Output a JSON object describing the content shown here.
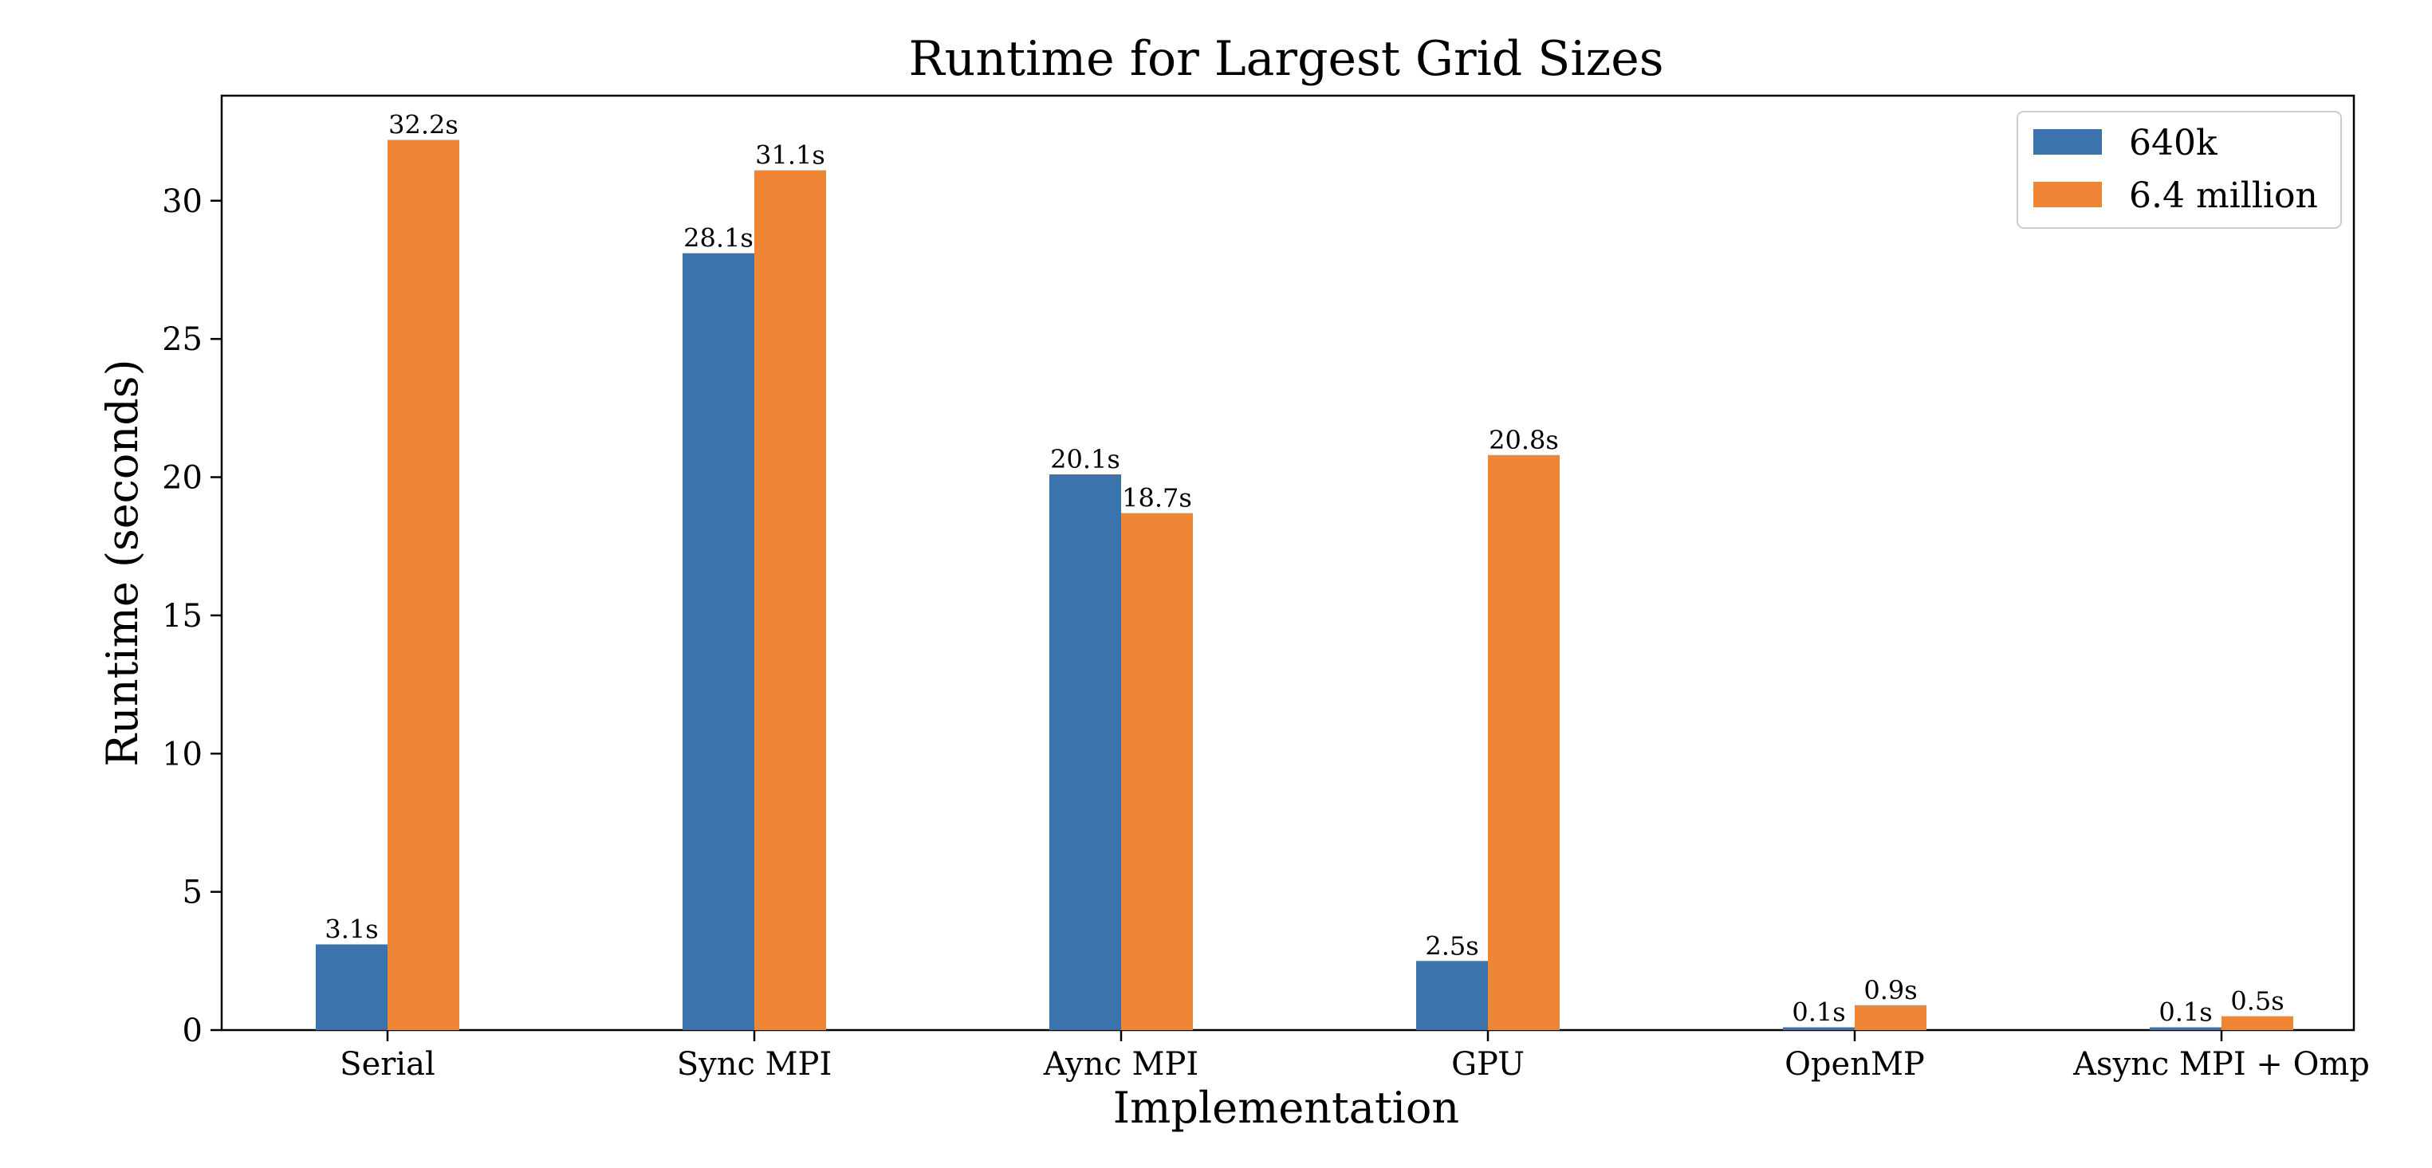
{
  "chart_data": {
    "type": "bar",
    "title": "Runtime for Largest Grid Sizes",
    "xlabel": "Implementation",
    "ylabel": "Runtime (seconds)",
    "categories": [
      "Serial",
      "Sync MPI",
      "Aync MPI",
      "GPU",
      "OpenMP",
      "Async MPI + Omp"
    ],
    "series": [
      {
        "name": "640k",
        "color": "#3b73ad",
        "values": [
          3.1,
          28.1,
          20.1,
          2.5,
          0.1,
          0.1
        ],
        "labels": [
          "3.1s",
          "28.1s",
          "20.1s",
          "2.5s",
          "0.1s",
          "0.1s"
        ]
      },
      {
        "name": "6.4 million",
        "color": "#ef8636",
        "values": [
          32.2,
          31.1,
          18.7,
          20.8,
          0.9,
          0.5
        ],
        "labels": [
          "32.2s",
          "31.1s",
          "18.7s",
          "20.8s",
          "0.9s",
          "0.5s"
        ]
      }
    ],
    "ylim": [
      0,
      33.8
    ],
    "yticks": [
      0,
      5,
      10,
      15,
      20,
      25,
      30
    ],
    "grid": false,
    "legend_position": "top-right"
  }
}
